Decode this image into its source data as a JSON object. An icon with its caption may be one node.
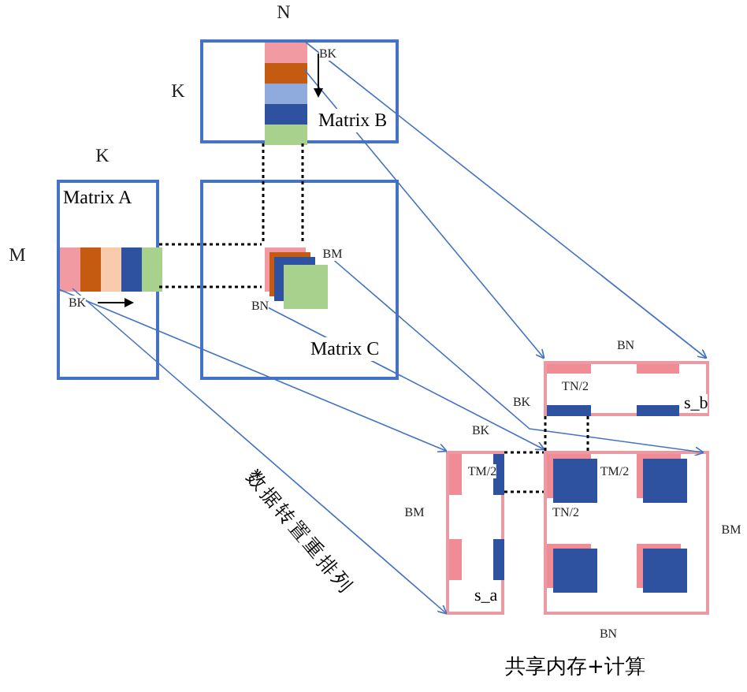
{
  "diagram": {
    "caption": "共享内存+计算",
    "nodes": [
      {
        "text": [
          "Matrix B"
        ]
      },
      {
        "text": [],
        "shape": "bar",
        "in": 0
      },
      {
        "text": [
          "Matrix A"
        ]
      },
      {
        "text": [],
        "shape": "bar",
        "in": 2
      },
      {
        "text": [
          "Matrix C"
        ]
      },
      {
        "text": [],
        "shape": "box",
        "in": 4
      },
      {
        "text": [
          "s_b"
        ]
      },
      {
        "text": [
          "s_a"
        ]
      },
      {
        "text": [],
        "shape": "box"
      }
    ],
    "edges": [
      {
        "from": 1,
        "to": 6,
        "arrow": "to"
      },
      {
        "from": 1,
        "to": 6,
        "arrow": "to"
      },
      {
        "from": 5,
        "to": 8,
        "arrow": "to"
      },
      {
        "from": 5,
        "to": 8,
        "arrow": "to"
      },
      {
        "from": 3,
        "to": 7,
        "arrow": "to"
      },
      {
        "from": 3,
        "to": 7,
        "arrow": "to",
        "label": "数据转置重排列"
      },
      {
        "from": 1,
        "to": 5,
        "arrow": "none",
        "style": "dashed",
        "color": "#000000"
      },
      {
        "from": 3,
        "to": 5,
        "arrow": "none",
        "style": "dashed",
        "color": "#000000"
      },
      {
        "from": 6,
        "to": 8,
        "arrow": "none",
        "style": "dashed",
        "color": "#000000"
      },
      {
        "from": 7,
        "to": 8,
        "arrow": "none",
        "style": "dashed",
        "color": "#000000"
      }
    ],
    "labels": [
      "N",
      "BK",
      "K",
      "K",
      "M",
      "BM",
      "BK",
      "BN",
      "BN",
      "TN/2",
      "BK",
      "BK",
      "TM/2",
      "TM/2",
      "BM",
      "TN/2",
      "BM",
      "BN"
    ]
  }
}
